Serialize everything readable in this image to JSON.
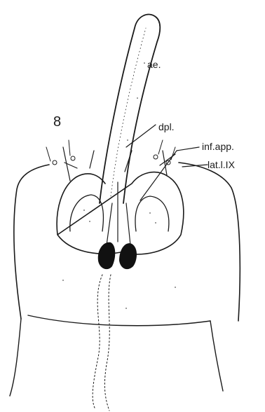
{
  "figure": {
    "number": "8",
    "labels": {
      "aedeagus": "ae.",
      "dorsal_plate": "dpl.",
      "inferior_appendage": "inf.app.",
      "lateral_lobe": "lat.l.IX"
    }
  },
  "colors": {
    "ink": "#1a1a1a",
    "stipple": "#6a6a6a",
    "background": "#ffffff",
    "dark_fill": "#111111"
  }
}
